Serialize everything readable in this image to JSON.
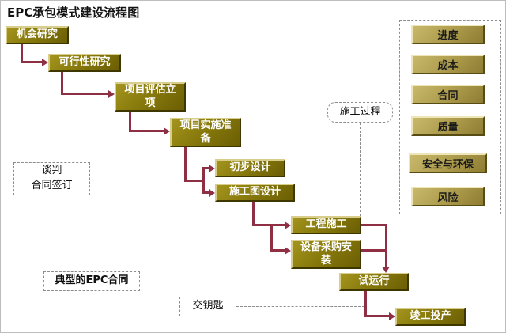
{
  "title": "EPC承包模式建设流程图",
  "flow_boxes": [
    {
      "label": "机会研究"
    },
    {
      "label": "可行性研究"
    },
    {
      "label": "项目评估立\n项"
    },
    {
      "label": "项目实施准\n备"
    },
    {
      "label": "初步设计"
    },
    {
      "label": "施工图设计"
    },
    {
      "label": "工程施工"
    },
    {
      "label": "设备采购安\n装"
    },
    {
      "label": "试运行"
    },
    {
      "label": "竣工投产"
    }
  ],
  "annotations": {
    "negotiation": "谈判\n合同签订",
    "construction_process": "施工过程",
    "typical_epc_contract": "典型的EPC合同",
    "turnkey": "交钥匙"
  },
  "management_panel": {
    "items": [
      {
        "label": "进度"
      },
      {
        "label": "成本"
      },
      {
        "label": "合同"
      },
      {
        "label": "质量"
      },
      {
        "label": "安全与环保"
      },
      {
        "label": "风险"
      }
    ]
  },
  "colors": {
    "flow_box_fill": "#8a7b10",
    "flow_box_text": "#ffffff",
    "panel_box_fill": "#ab9a4a",
    "panel_box_text": "#1a1a1a",
    "arrow": "#8e2f44",
    "dashed_line": "#8c8c8c",
    "background": "#ffffff"
  }
}
